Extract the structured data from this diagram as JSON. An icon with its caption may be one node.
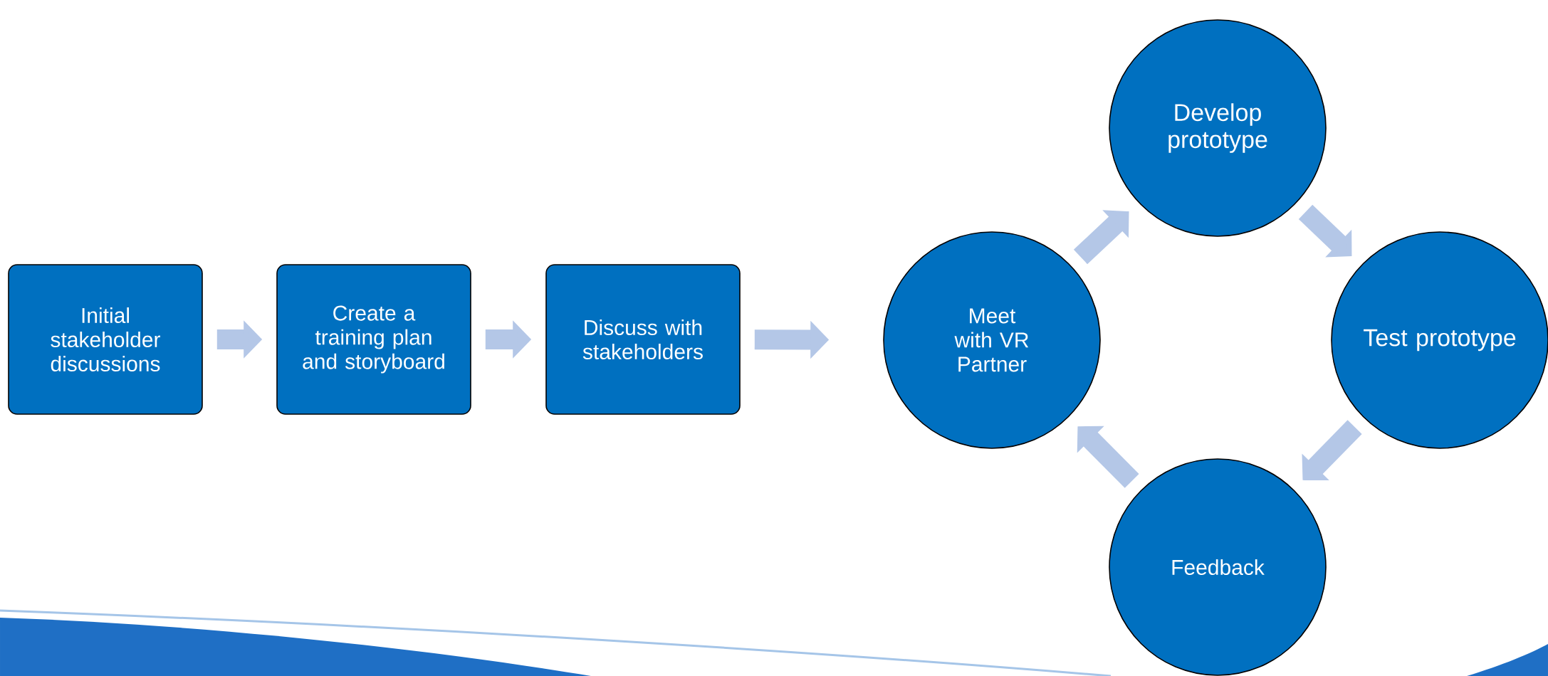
{
  "diagram": {
    "nodes": [
      {
        "text": [
          "Initial stakeholder discussions"
        ]
      },
      {
        "text": [
          "Create a training plan and storyboard"
        ]
      },
      {
        "text": [
          "Discuss with stakeholders"
        ]
      },
      {
        "text": [
          "Develop prototype"
        ]
      },
      {
        "text": [
          "Meet with VR Partner"
        ]
      },
      {
        "text": [
          "Test prototype"
        ]
      },
      {
        "text": [
          "Feedback"
        ]
      }
    ],
    "edges": [
      {
        "from": 0,
        "to": 1,
        "arrow": "to"
      },
      {
        "from": 1,
        "to": 2,
        "arrow": "to"
      },
      {
        "from": 2,
        "to": 4,
        "arrow": "to"
      },
      {
        "from": 4,
        "to": 3,
        "arrow": "to"
      },
      {
        "from": 3,
        "to": 5,
        "arrow": "to"
      },
      {
        "from": 5,
        "to": 6,
        "arrow": "to"
      },
      {
        "from": 6,
        "to": 4,
        "arrow": "to"
      }
    ]
  }
}
